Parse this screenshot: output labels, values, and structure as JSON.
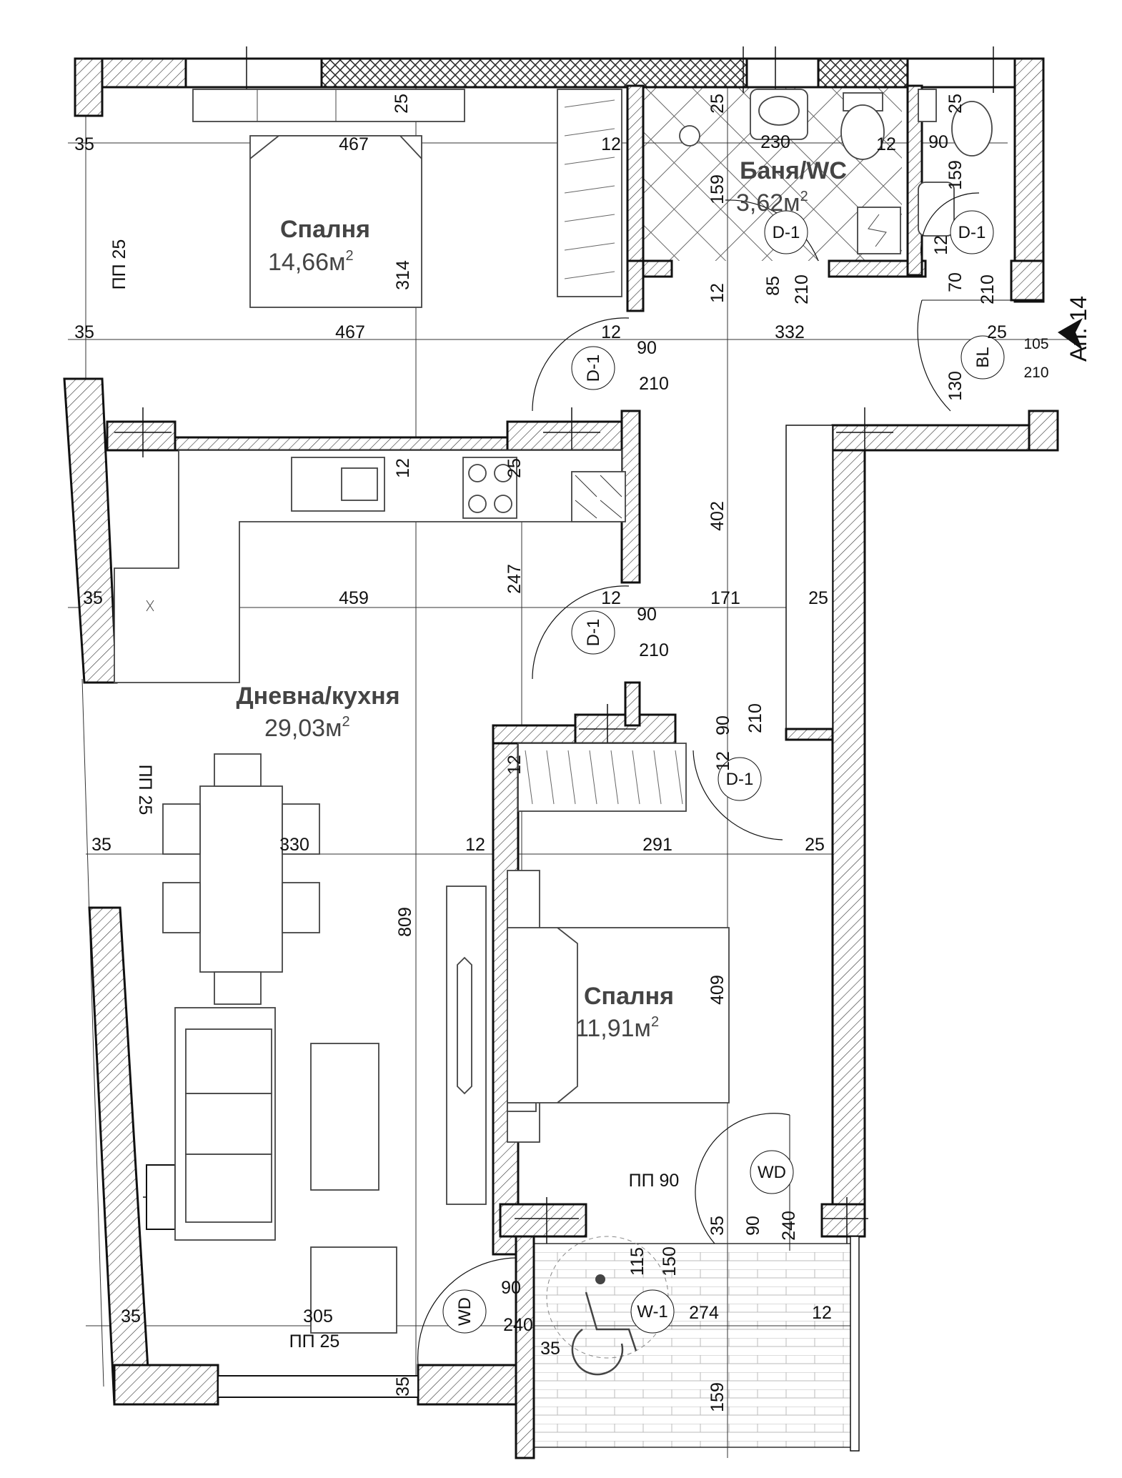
{
  "rooms": {
    "bedroom_top": {
      "name": "Спалня",
      "area": "14,66м",
      "sup": "2"
    },
    "bath": {
      "name": "Баня/WC",
      "area": "3,62м",
      "sup": "2"
    },
    "living": {
      "name": "Дневна/кухня",
      "area": "29,03м",
      "sup": "2"
    },
    "bedroom_bottom": {
      "name": "Спалня",
      "area": "11,91м",
      "sup": "2"
    }
  },
  "apartment_label": "Ап. 14",
  "openings": {
    "pp_top": "ПП 25",
    "pp_left": "ПП 25",
    "pp_bottom": "ПП 25",
    "pp_bedroom": "ПП 90"
  },
  "tags": {
    "d1": "D-1",
    "bl": "BL",
    "wd": "WD",
    "w1": "W-1"
  },
  "dims": {
    "d35a": "35",
    "d467a": "467",
    "d25a": "25",
    "d12a": "12",
    "d230": "230",
    "d12b": "12",
    "d90a": "90",
    "d25b": "25",
    "d159a": "159",
    "d159b": "159",
    "d314": "314",
    "d12c": "12",
    "d12d": "12",
    "d85": "85",
    "d210a": "210",
    "d70": "70",
    "d210b": "210",
    "d35b": "35",
    "d467b": "467",
    "d12e": "12",
    "d332": "332",
    "d25c": "25",
    "d105": "105",
    "d90b": "90",
    "d210c": "210",
    "d210d": "210",
    "d130": "130",
    "d12f": "12",
    "d25d": "25",
    "d402": "402",
    "d35c": "35",
    "d459": "459",
    "d247": "247",
    "d12g": "12",
    "d171": "171",
    "d25e": "25",
    "d90c": "90",
    "d210e": "210",
    "d90d": "90",
    "d210f": "210",
    "d12h": "12",
    "d12i": "12",
    "d35d": "35",
    "d330": "330",
    "d12j": "12",
    "d291": "291",
    "d25f": "25",
    "d809": "809",
    "d409": "409",
    "d35e": "35",
    "d90e": "90",
    "d240a": "240",
    "d115": "115",
    "d150": "150",
    "d90f": "90",
    "d240b": "240",
    "d274": "274",
    "d12k": "12",
    "d35f": "35",
    "d305": "305",
    "d35g": "35",
    "d159c": "159",
    "d35h": "35"
  }
}
